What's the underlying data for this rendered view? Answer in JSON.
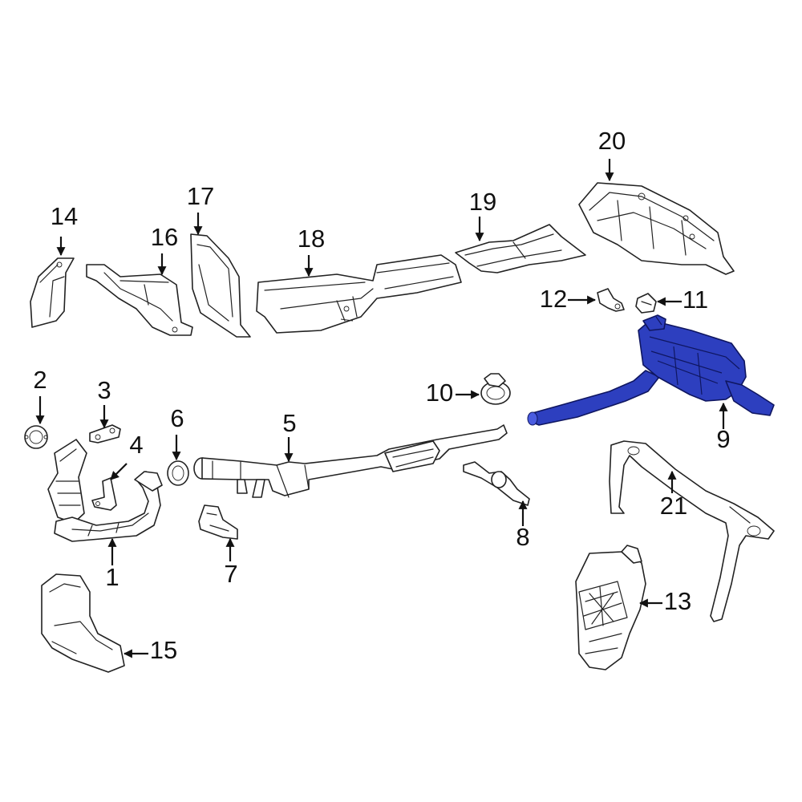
{
  "diagram": {
    "highlight_color": "#2d3fbf",
    "highlighted_part": "9",
    "callouts": {
      "c1": "1",
      "c2": "2",
      "c3": "3",
      "c4": "4",
      "c5": "5",
      "c6": "6",
      "c7": "7",
      "c8": "8",
      "c9": "9",
      "c10": "10",
      "c11": "11",
      "c12": "12",
      "c13": "13",
      "c14": "14",
      "c15": "15",
      "c16": "16",
      "c17": "17",
      "c18": "18",
      "c19": "19",
      "c20": "20",
      "c21": "21"
    }
  }
}
